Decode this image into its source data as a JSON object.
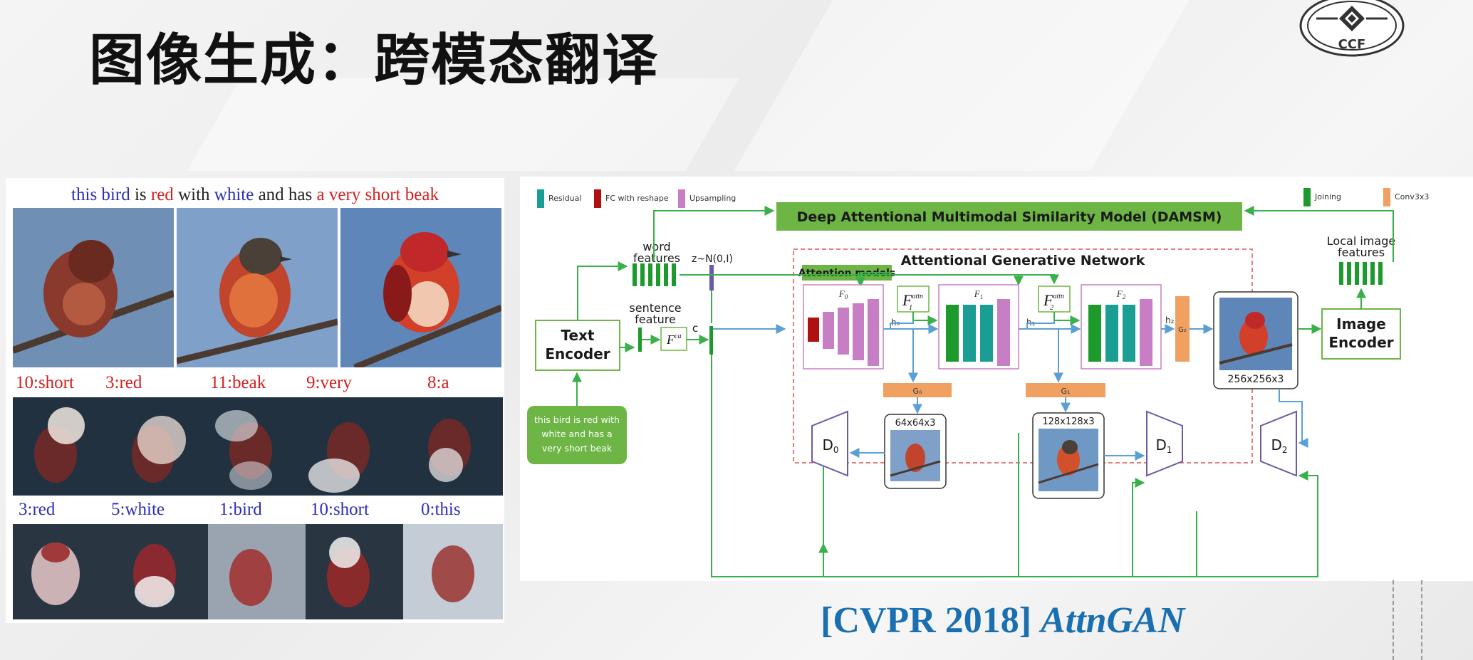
{
  "slide": {
    "title": "图像生成：跨模态翻译",
    "logo_text": "CCF",
    "citation_prefix": "[CVPR 2018]",
    "citation_model": "AttnGAN"
  },
  "left_panel": {
    "caption_words": [
      {
        "text": "this bird",
        "color": "#2e2eb8"
      },
      {
        "text": " is ",
        "color": "#222222"
      },
      {
        "text": "red",
        "color": "#d42020"
      },
      {
        "text": " with ",
        "color": "#222222"
      },
      {
        "text": "white",
        "color": "#2e2eb8"
      },
      {
        "text": " and has ",
        "color": "#222222"
      },
      {
        "text": "a very short beak",
        "color": "#d42020"
      }
    ],
    "row1_labels": [
      "10:short",
      "3:red",
      "11:beak",
      "9:very",
      "8:a"
    ],
    "row1_color": "#d42020",
    "row2_labels": [
      "3:red",
      "5:white",
      "1:bird",
      "10:short",
      "0:this"
    ],
    "row2_color": "#2e2eb8"
  },
  "diagram": {
    "legend": {
      "residual": "Residual",
      "fc_reshape": "FC with reshape",
      "upsampling": "Upsampling",
      "joining": "Joining",
      "conv": "Conv3x3"
    },
    "colors": {
      "residual": "#1a9e94",
      "fc_reshape": "#b01010",
      "upsampling": "#c77ec4",
      "joining": "#1c9b2c",
      "conv": "#f0a060",
      "green_box": "#6db544",
      "arrow_green": "#3ab04a",
      "arrow_blue": "#5aa0d6",
      "dashed_red": "#e05050"
    },
    "damsm_label": "Deep Attentional Multimodal Similarity Model (DAMSM)",
    "agn_label": "Attentional Generative Network",
    "word_features": [
      "word",
      "features"
    ],
    "sentence_feature": [
      "sentence",
      "feature"
    ],
    "text_encoder": [
      "Text",
      "Encoder"
    ],
    "input_text": [
      "this bird is red with",
      "white and has a",
      "very short beak"
    ],
    "fca": "F",
    "fca_sup": "ca",
    "c_label": "c",
    "z_label": "z~N(0,I)",
    "attention_models": "Attention models",
    "f0": "F",
    "f0_sub": "0",
    "f1": "F",
    "f1_sub": "1",
    "f2": "F",
    "f2_sub": "2",
    "attn1": "F",
    "attn1_sup": "attn",
    "attn1_sub": "1",
    "attn2": "F",
    "attn2_sup": "attn",
    "attn2_sub": "2",
    "h0": "h₀",
    "h1": "h₁",
    "h2": "h₂",
    "g0": "G₀",
    "g1": "G₁",
    "g2": "G₂",
    "size64": "64x64x3",
    "size128": "128x128x3",
    "size256": "256x256x3",
    "d0": "D",
    "d0_sub": "0",
    "d1": "D",
    "d1_sub": "1",
    "d2": "D",
    "d2_sub": "2",
    "local_features": [
      "Local image",
      "features"
    ],
    "image_encoder": [
      "Image",
      "Encoder"
    ]
  }
}
